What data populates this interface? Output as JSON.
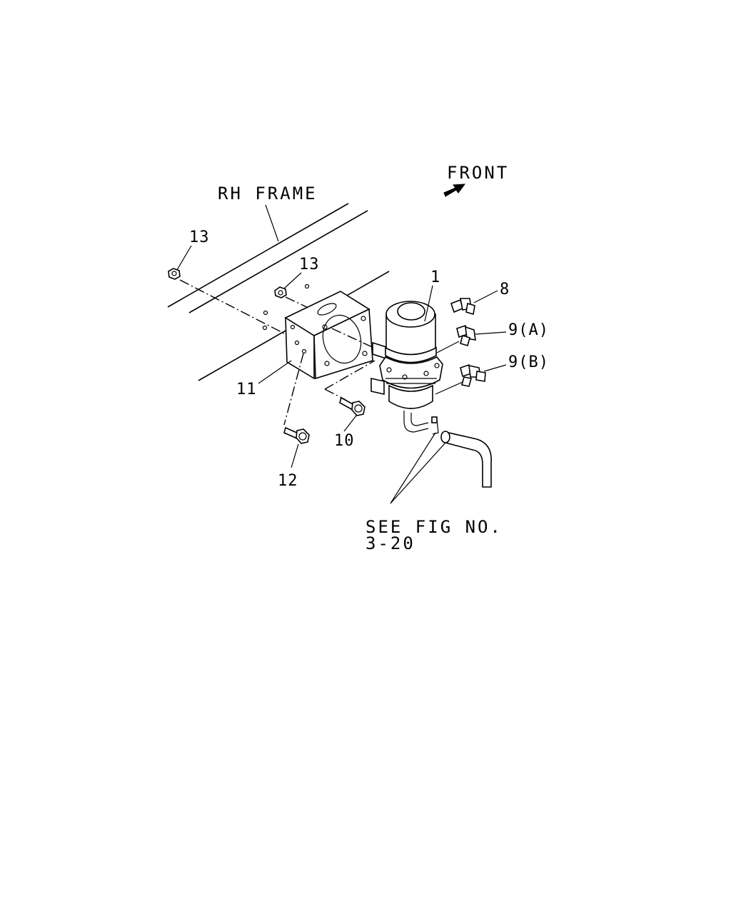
{
  "labels": {
    "frame": "RH FRAME",
    "front": "FRONT",
    "see_fig_line1": "SEE FIG NO.",
    "see_fig_line2": "3-20"
  },
  "callouts": {
    "c1": "1",
    "c8": "8",
    "c9a": "9(A)",
    "c9b": "9(B)",
    "c10": "10",
    "c11": "11",
    "c12": "12",
    "c13a": "13",
    "c13b": "13"
  }
}
